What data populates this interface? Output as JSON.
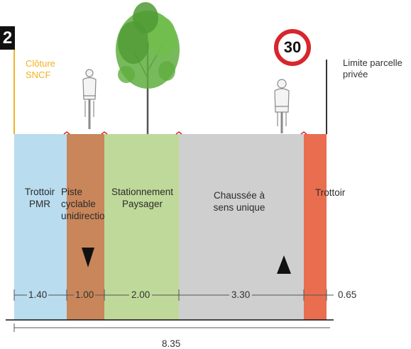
{
  "badge": "2",
  "fence_label": "Clôture\nSNCF",
  "property_label": "Limite parcelle\nprivée",
  "speed_sign": "30",
  "zones": [
    {
      "label": "Trottoir\nPMR",
      "width": "1.40",
      "color": "#b9dcef"
    },
    {
      "label": "Piste\ncyclable\nunidirectionnelle",
      "width": "1.00",
      "color": "#c9865a"
    },
    {
      "label": "Stationnement\nPaysager",
      "width": "2.00",
      "color": "#bfd99a"
    },
    {
      "label": "Chaussée à\nsens unique",
      "width": "3.30",
      "color": "#cfcfcf"
    },
    {
      "label": "Trottoir",
      "width": "0.65",
      "color": "#e96e50"
    }
  ],
  "total_width": "8.35",
  "colors": {
    "fence": "#f0b323",
    "sign_red": "#d7262c",
    "tree": "#5fae3e"
  }
}
